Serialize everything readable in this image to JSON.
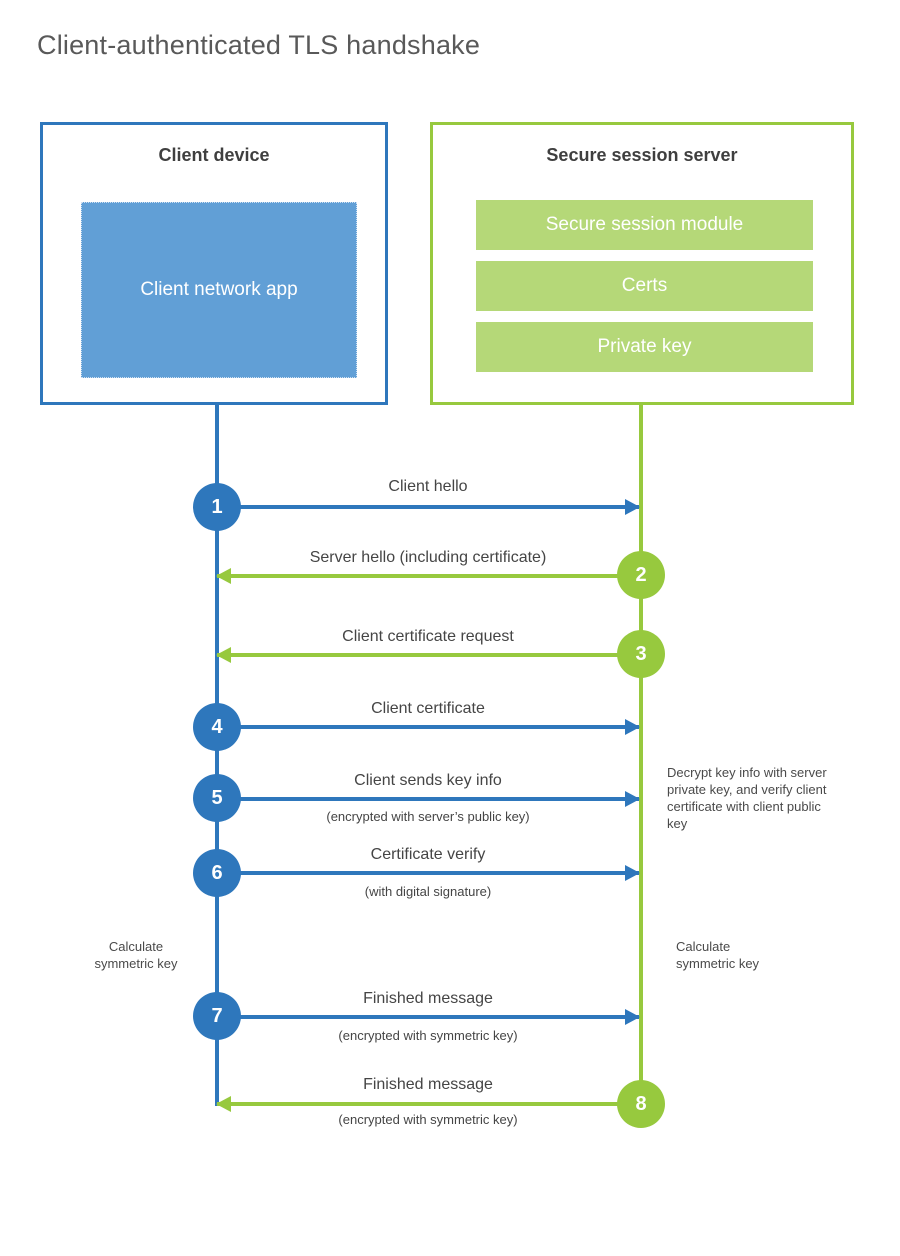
{
  "title": "Client-authenticated TLS handshake",
  "colors": {
    "blue": "#2e77bc",
    "blue-fill": "#619fd6",
    "green": "#97c93e",
    "green-fill": "#b5d878"
  },
  "client_box": {
    "title": "Client device",
    "app_label": "Client network app"
  },
  "server_box": {
    "title": "Secure session server",
    "modules": [
      "Secure session module",
      "Certs",
      "Private key"
    ]
  },
  "steps": [
    {
      "number": "1",
      "label": "Client hello",
      "sublabel": "",
      "direction": "right",
      "actor": "client"
    },
    {
      "number": "2",
      "label": "Server hello (including certificate)",
      "sublabel": "",
      "direction": "left",
      "actor": "server"
    },
    {
      "number": "3",
      "label": "Client certificate request",
      "sublabel": "",
      "direction": "left",
      "actor": "server"
    },
    {
      "number": "4",
      "label": "Client certificate",
      "sublabel": "",
      "direction": "right",
      "actor": "client"
    },
    {
      "number": "5",
      "label": "Client sends key info",
      "sublabel": "(encrypted with server’s public key)",
      "direction": "right",
      "actor": "client"
    },
    {
      "number": "6",
      "label": "Certificate verify",
      "sublabel": "(with digital signature)",
      "direction": "right",
      "actor": "client"
    },
    {
      "number": "7",
      "label": "Finished message",
      "sublabel": "(encrypted with symmetric key)",
      "direction": "right",
      "actor": "client"
    },
    {
      "number": "8",
      "label": "Finished message",
      "sublabel": "(encrypted with symmetric key)",
      "direction": "left",
      "actor": "server"
    }
  ],
  "notes": {
    "decrypt": "Decrypt key info with server private key, and verify client certificate with client public key",
    "calc_left": "Calculate symmetric key",
    "calc_right": "Calculate symmetric key"
  }
}
